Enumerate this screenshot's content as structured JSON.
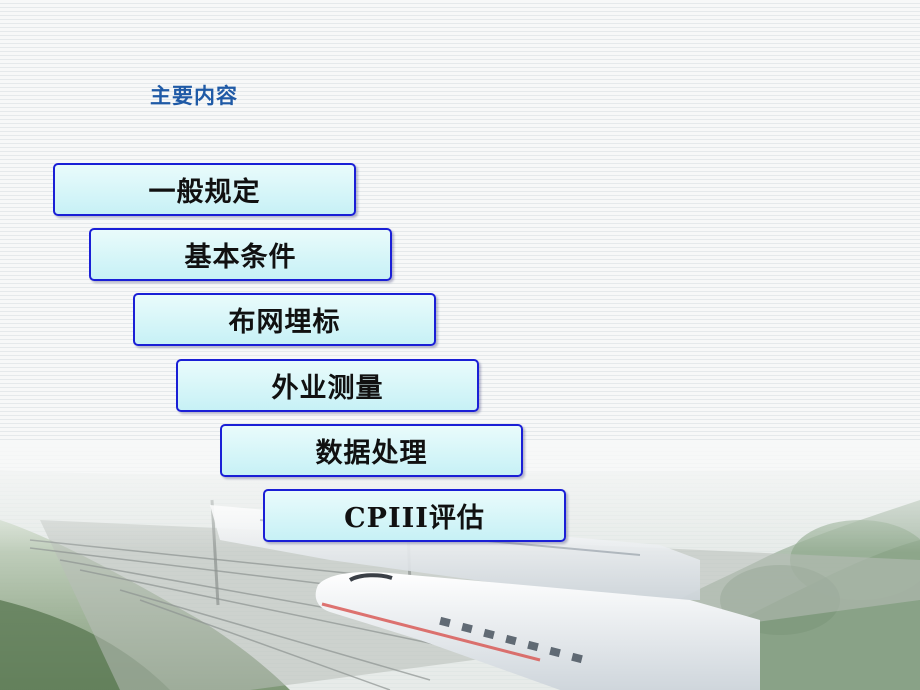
{
  "slide": {
    "heading": "主要内容",
    "items": [
      {
        "label": "一般规定"
      },
      {
        "label": "基本条件"
      },
      {
        "label": "布网埋标"
      },
      {
        "label": "外业测量"
      },
      {
        "label": "数据处理"
      },
      {
        "label": "CPIII评估"
      }
    ]
  },
  "colors": {
    "heading": "#1f5aa6",
    "box_border": "#1a1fd6",
    "box_fill_top": "#e9fbfb",
    "box_fill_bottom": "#c7f1f6"
  }
}
